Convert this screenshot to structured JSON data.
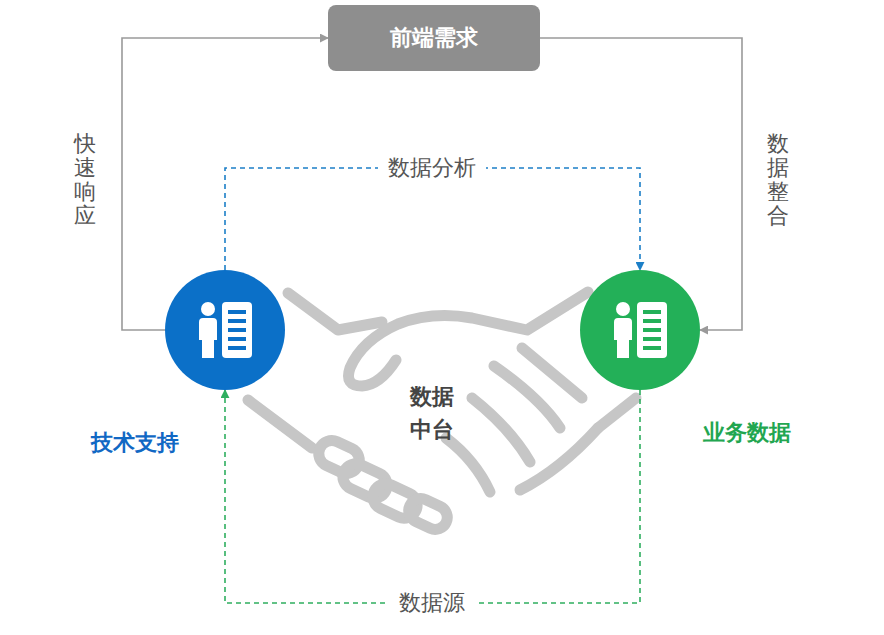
{
  "diagram": {
    "nodes": [
      {
        "text": [
          "前端需求"
        ]
      },
      {
        "text": [
          "技术支持"
        ]
      },
      {
        "text": [
          "业务数据"
        ]
      }
    ],
    "edges": [
      {
        "from": 1,
        "to": 0,
        "label": "快速响应",
        "arrow": "to"
      },
      {
        "from": 0,
        "to": 2,
        "label": "数据整合",
        "arrow": "to"
      },
      {
        "from": 1,
        "to": 2,
        "label": "数据分析",
        "arrow": "to"
      },
      {
        "from": 2,
        "to": 1,
        "label": "数据源",
        "arrow": "to"
      }
    ],
    "labels": [
      "数据 中台"
    ]
  }
}
